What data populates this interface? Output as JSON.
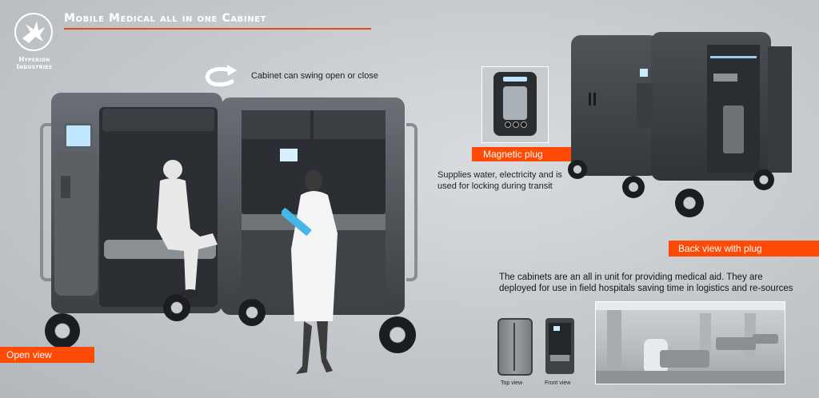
{
  "header": {
    "title": "Mobile Medical all in one Cabinet",
    "brand_line1": "Hyperion",
    "brand_line2": "Industries",
    "accent": "#e24a1e"
  },
  "annotations": {
    "swing_caption": "Cabinet can swing open or close",
    "magnetic_label": "Magnetic plug",
    "magnetic_caption": "Supplies water, electricity and is used for locking during transit",
    "back_view_label": "Back view with plug",
    "open_view_label": "Open view",
    "description": "The cabinets are an all in unit for providing medical aid. They are deployed for use in field hospitals saving time in logistics and re-sources",
    "top_view_label": "Top view",
    "front_view_label": "Front view"
  },
  "icons": {
    "logo": "eagle-icon",
    "swing": "rotate-arrow-icon"
  },
  "colors": {
    "label_bg": "#ff4a06",
    "cabinet": "#4c5156",
    "screen": "#bfe6ff"
  }
}
